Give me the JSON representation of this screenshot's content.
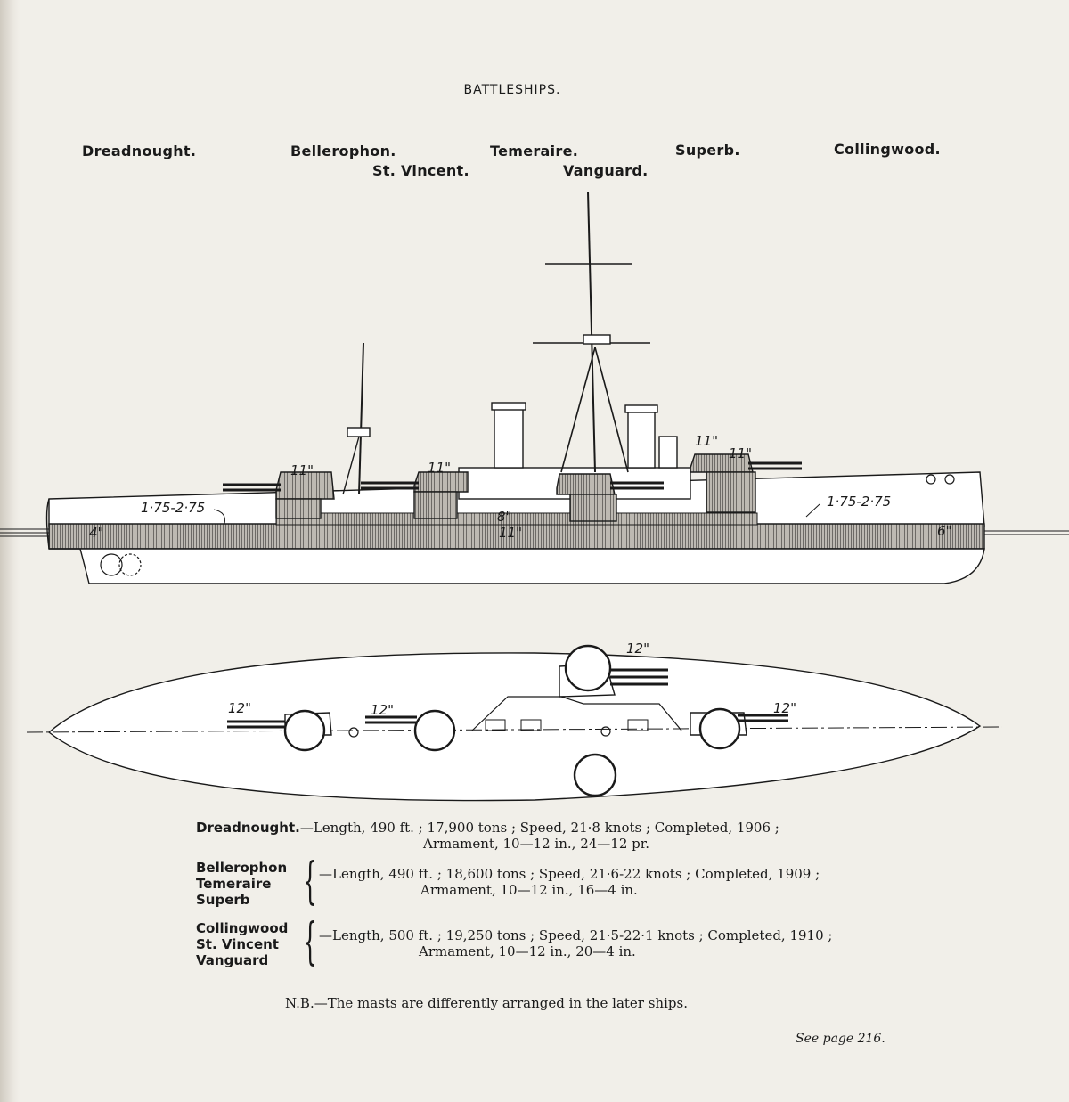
{
  "header": {
    "title": "BATTLESHIPS."
  },
  "ship_names": {
    "dreadnought": "Dreadnought.",
    "bellerophon": "Bellerophon.",
    "st_vincent": "St. Vincent.",
    "temeraire": "Temeraire.",
    "vanguard": "Vanguard.",
    "superb": "Superb.",
    "collingwood": "Collingwood."
  },
  "profile_labels": {
    "gun_11_a": "11\"",
    "gun_11_b": "11\"",
    "gun_11_c": "11\"",
    "gun_11_d": "11\"",
    "belt_aft": "1·75-2·75",
    "belt_fwd": "1·75-2·75",
    "belt_main": "11\"",
    "belt_upper": "8\"",
    "belt_aft_end": "4\"",
    "belt_fwd_end": "6\""
  },
  "plan_labels": {
    "turret_aft": "12\"",
    "turret_after_wing": "12\"",
    "turret_wing": "12\"",
    "turret_fwd_wing": "12\""
  },
  "specs": {
    "dreadnought": {
      "name": "Dreadnought.",
      "line1": "—Length, 490 ft. ; 17,900 tons ; Speed, 21·8 knots ; Completed, 1906 ;",
      "line2": "Armament, 10—12 in., 24—12 pr."
    },
    "bellerophon_group": {
      "names": [
        "Bellerophon",
        "Temeraire",
        "Superb"
      ],
      "line1": "—Length, 490 ft. ; 18,600 tons ; Speed, 21·6-22 knots ; Completed, 1909 ;",
      "line2": "Armament, 10—12 in., 16—4 in."
    },
    "collingwood_group": {
      "names": [
        "Collingwood",
        "St. Vincent",
        "Vanguard"
      ],
      "line1": "—Length, 500 ft. ; 19,250 tons ; Speed, 21·5-22·1 knots ; Completed, 1910 ;",
      "line2": "Armament, 10—12 in., 20—4 in."
    }
  },
  "footnote": "N.B.—The masts are differently arranged in the later ships.",
  "see_page": "See page 216."
}
